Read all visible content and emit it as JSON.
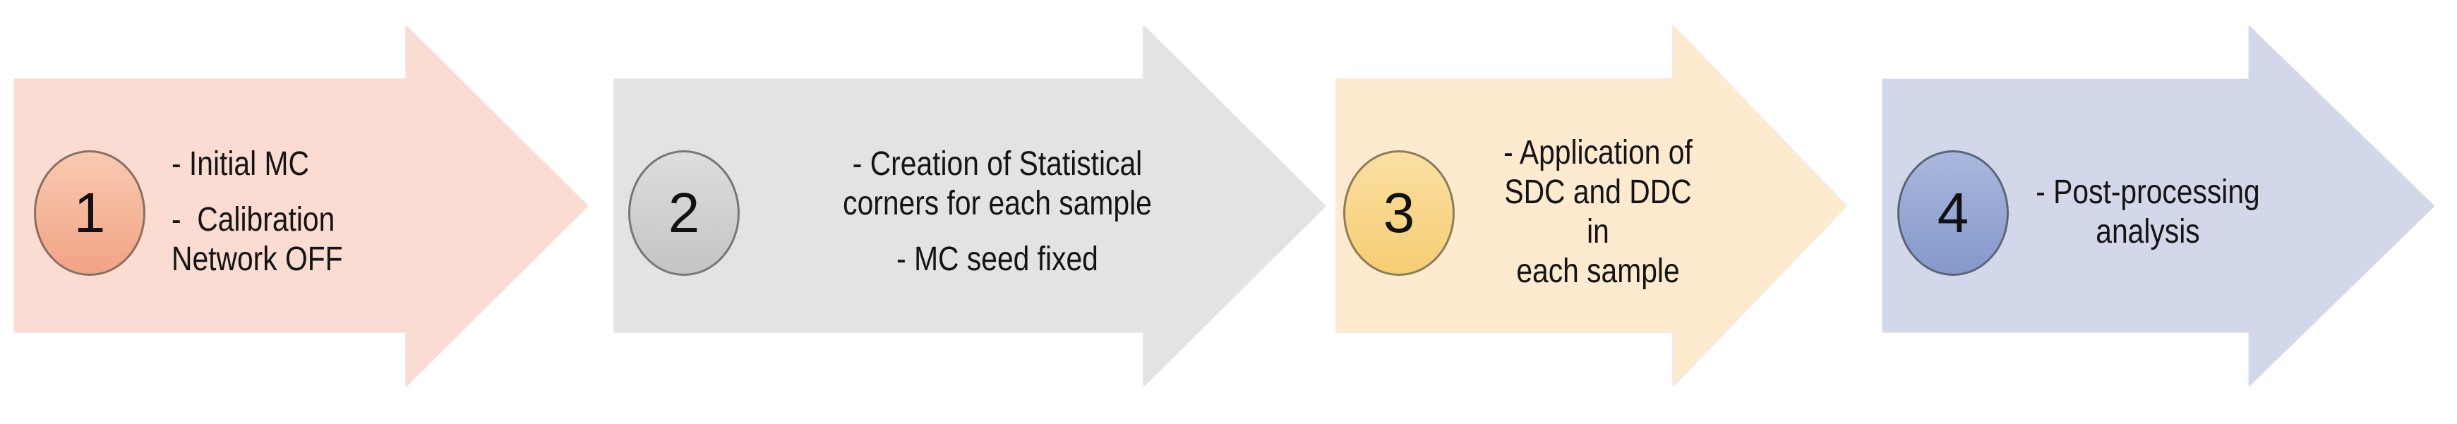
{
  "page": {
    "background": "#ffffff",
    "text_color": "#141414"
  },
  "steps": [
    {
      "number": "1",
      "arrow_fill": "#fadcd3",
      "circle_top": "#f9cab0",
      "circle_bottom": "#f2a385",
      "circle_border": "#8a6f60",
      "bullets": [
        [
          "- Initial MC"
        ],
        [
          "-  Calibration",
          "Network OFF"
        ]
      ]
    },
    {
      "number": "2",
      "arrow_fill": "#e4e3e3",
      "circle_top": "#dddddd",
      "circle_bottom": "#c4c4c4",
      "circle_border": "#767676",
      "bullets": [
        [
          "- Creation of Statistical",
          "corners for each sample"
        ],
        [
          "- MC seed fixed"
        ]
      ]
    },
    {
      "number": "3",
      "arrow_fill": "#fdeacf",
      "circle_top": "#fbe0a3",
      "circle_bottom": "#f6cd72",
      "circle_border": "#8b7d58",
      "bullets": [
        [
          "- Application of",
          "SDC and DDC in",
          "each sample"
        ]
      ]
    },
    {
      "number": "4",
      "arrow_fill": "#d2d8e9",
      "circle_top": "#a9b8dd",
      "circle_bottom": "#8598ca",
      "circle_border": "#5c6576",
      "bullets": [
        [
          "- Post-processing",
          "analysis"
        ]
      ]
    }
  ]
}
